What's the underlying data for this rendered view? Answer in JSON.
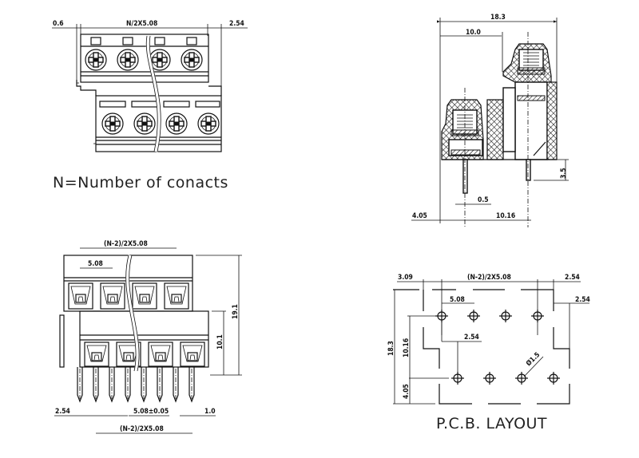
{
  "drawing": {
    "title": "Terminal block connector technical drawing",
    "front_view": {
      "dims": {
        "left_offset": "0.6",
        "pitch_span": "N/2X5.08",
        "right_offset": "2.54"
      },
      "caption": "N=Number of conacts",
      "screw_count_top": 4,
      "screw_count_bottom": 4
    },
    "side_view": {
      "dims": {
        "overall_width": "18.3",
        "upper_width": "10.0",
        "pin_length": "3.5",
        "pin_width": "0.5",
        "left_offset": "4.05",
        "row_spacing": "10.16"
      }
    },
    "bottom_view": {
      "dims": {
        "top_span": "(N-2)/2X5.08",
        "pitch": "5.08",
        "overall_height": "19.1",
        "lower_height": "10.1",
        "left_offset": "2.54",
        "pin_pitch_tol": "5.08±0.05",
        "pin_width": "1.0",
        "bottom_span": "(N-2)/2X5.08"
      }
    },
    "pcb_layout": {
      "dims": {
        "left_offset": "3.09",
        "top_span": "(N-2)/2X5.08",
        "right_offset": "2.54",
        "pitch": "5.08",
        "right_inset": "2.54",
        "row_offset": "2.54",
        "overall_height": "18.3",
        "row_spacing": "10.16",
        "bottom_offset": "4.05",
        "hole_diameter": "Ø1.5"
      },
      "caption": "P.C.B. LAYOUT"
    }
  }
}
